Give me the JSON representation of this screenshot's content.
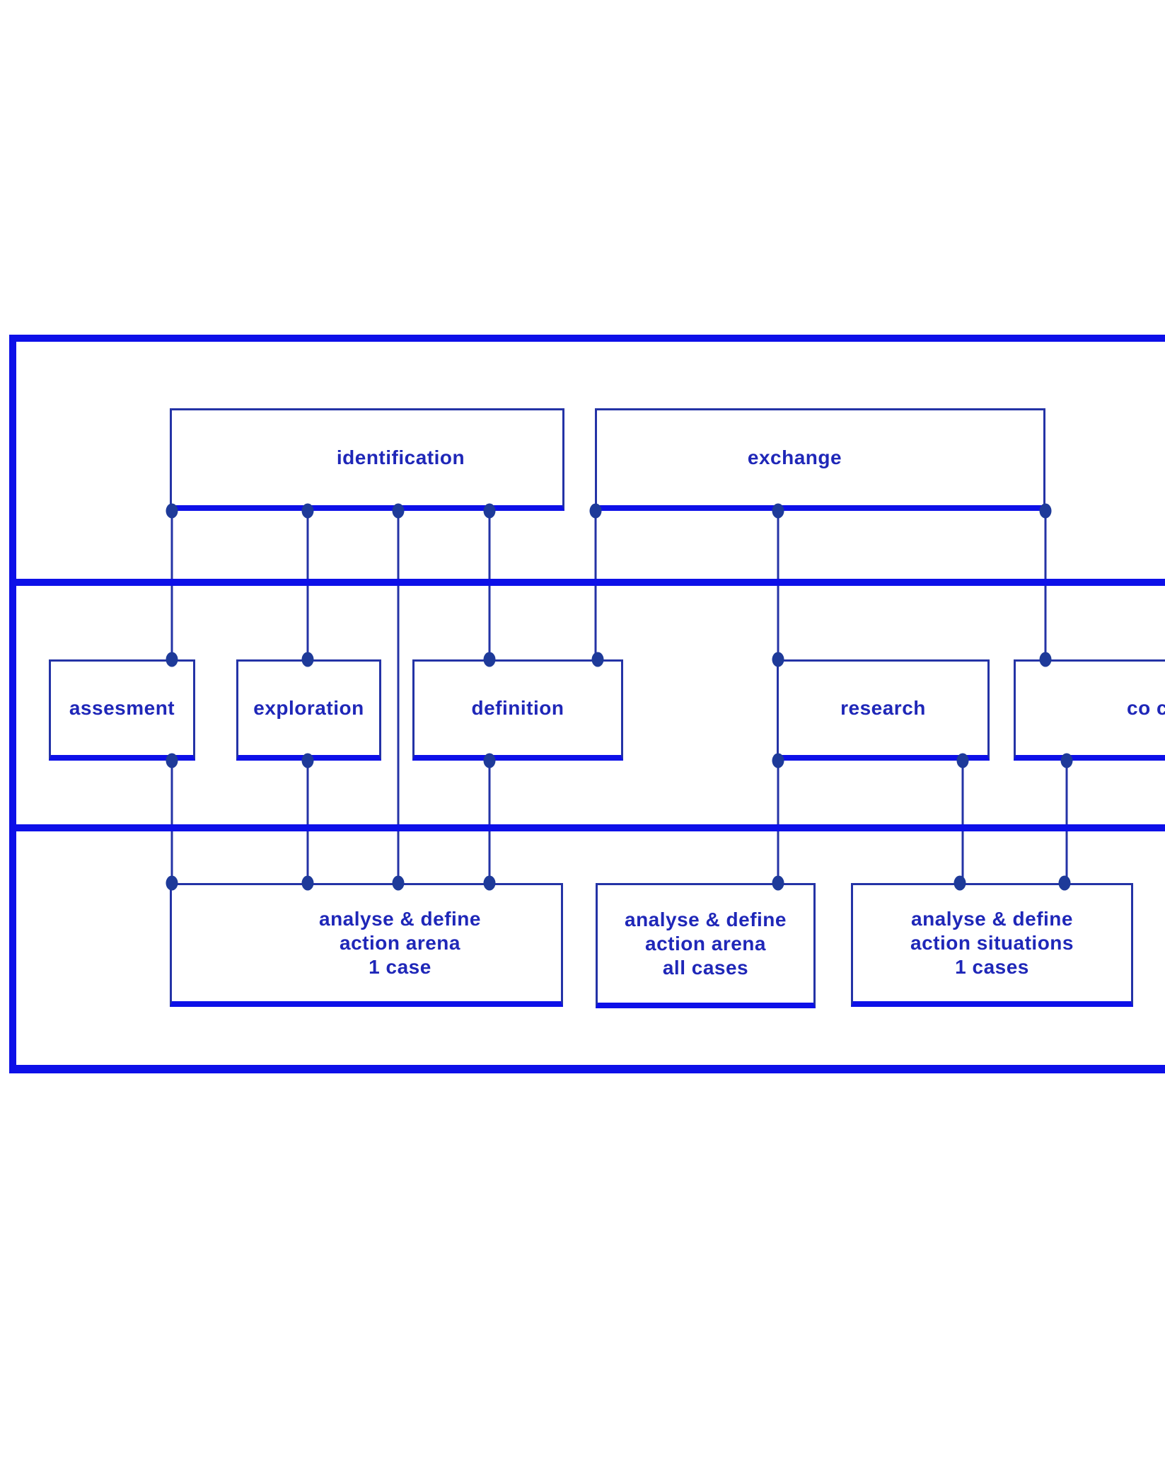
{
  "colors": {
    "thick_line": "#0d10e8",
    "thin_line": "#2433a6",
    "dot": "#1e3a99",
    "text": "#1f27b8",
    "page_bg": "#ffffff"
  },
  "diagram": {
    "top_row": {
      "identification": "identification",
      "exchange": "exchange"
    },
    "middle_row": {
      "assesment": "assesment",
      "exploration": "exploration",
      "definition": "definition",
      "research": "research",
      "co_creation": "co creation"
    },
    "bottom_row": {
      "box1": {
        "line1": "analyse & define",
        "line2": "action arena",
        "line3": "1 case"
      },
      "box2": {
        "line1": "analyse & define",
        "line2": "action arena",
        "line3": "all cases"
      },
      "box3": {
        "line1": "analyse & define",
        "line2": "action situations",
        "line3": "1 cases"
      }
    }
  }
}
